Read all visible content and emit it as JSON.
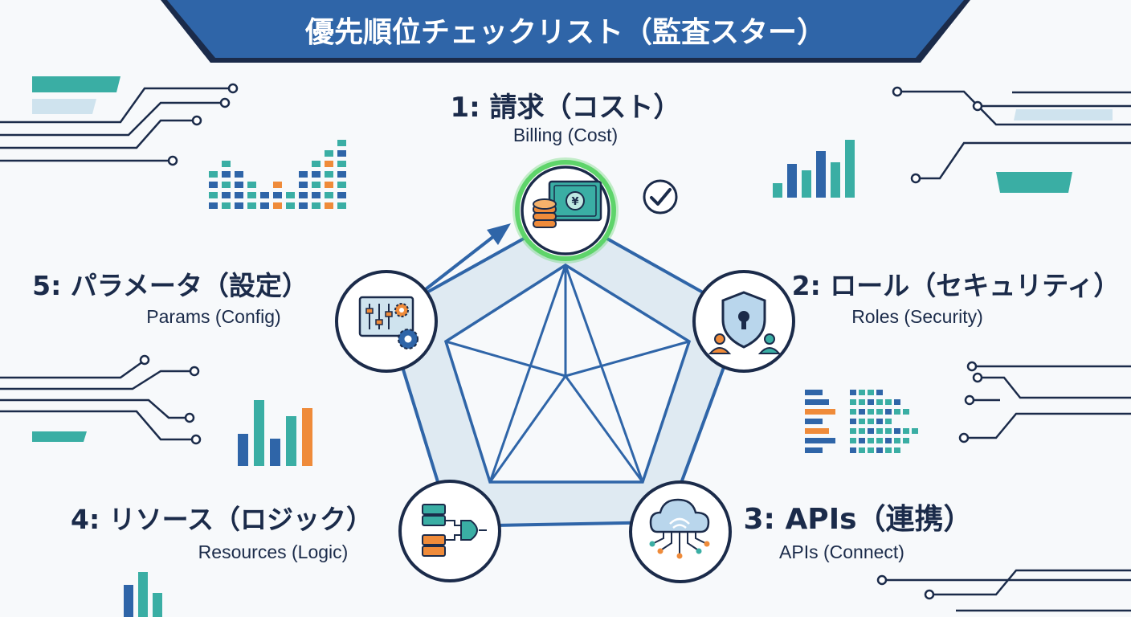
{
  "title": "優先順位チェックリスト（監査スター）",
  "colors": {
    "navy": "#1b2b4a",
    "blue": "#2f65a8",
    "teal": "#3aaea4",
    "orange": "#ef8b3a",
    "light_blue": "#dbe8f2",
    "green_glow": "#5ed46a"
  },
  "nodes": [
    {
      "id": "billing",
      "label_jp": "1: 請求（コスト）",
      "label_en": "Billing (Cost)",
      "icon": "money-coins-icon",
      "checked": true
    },
    {
      "id": "roles",
      "label_jp": "2: ロール（セキュリティ）",
      "label_en": "Roles (Security)",
      "icon": "shield-lock-users-icon"
    },
    {
      "id": "apis",
      "label_jp": "3: APIs（連携）",
      "label_en": "APIs (Connect)",
      "icon": "cloud-network-icon"
    },
    {
      "id": "resources",
      "label_jp": "4: リソース（ロジック）",
      "label_en": "Resources (Logic)",
      "icon": "server-logic-gate-icon"
    },
    {
      "id": "params",
      "label_jp": "5: パラメータ（設定）",
      "label_en": "Params (Config)",
      "icon": "sliders-gear-icon"
    }
  ]
}
